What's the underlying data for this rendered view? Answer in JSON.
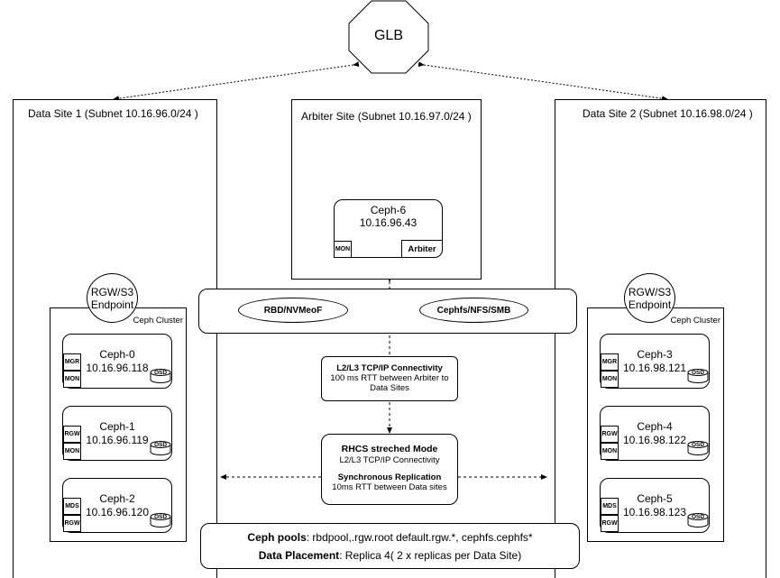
{
  "glb": {
    "label": "GLB"
  },
  "site1": {
    "title": "Data Site 1 (Subnet 10.16.96.0/24 )",
    "endpoint_line1": "RGW/S3",
    "endpoint_line2": "Endpoint",
    "cluster_label": "Ceph Cluster",
    "nodes": [
      {
        "name": "Ceph-0",
        "ip": "10.16.96.118",
        "tags": [
          "MGR",
          "MON"
        ],
        "osd": "OSD"
      },
      {
        "name": "Ceph-1",
        "ip": "10.16.96.119",
        "tags": [
          "RGW",
          "MON"
        ],
        "osd": "OSD"
      },
      {
        "name": "Ceph-2",
        "ip": "10.16.96.120",
        "tags": [
          "MDS",
          "RGW"
        ],
        "osd": "OSD"
      }
    ]
  },
  "site2": {
    "title": "Data Site 2 (Subnet 10.16.98.0/24 )",
    "endpoint_line1": "RGW/S3",
    "endpoint_line2": "Endpoint",
    "cluster_label": "Ceph Cluster",
    "nodes": [
      {
        "name": "Ceph-3",
        "ip": "10.16.98.121",
        "tags": [
          "MGR",
          "MON"
        ],
        "osd": "OSD"
      },
      {
        "name": "Ceph-4",
        "ip": "10.16.98.122",
        "tags": [
          "RGW",
          "MON"
        ],
        "osd": "OSD"
      },
      {
        "name": "Ceph-5",
        "ip": "10.16.98.123",
        "tags": [
          "MDS",
          "RGW"
        ],
        "osd": "OSD"
      }
    ]
  },
  "arbiter": {
    "title": "Arbiter Site (Subnet 10.16.97.0/24 )",
    "node_name": "Ceph-6",
    "node_ip": "10.16.96.43",
    "mon_tag": "MON",
    "arbiter_tag": "Arbiter"
  },
  "protocols": {
    "left": "RBD/NVMeoF",
    "right": "Cephfs/NFS/SMB"
  },
  "connectivity": {
    "title": "L2/L3 TCP/IP Connectivity",
    "line1": "100 ms RTT between Arbiter to",
    "line2": "Data Sites"
  },
  "stretched": {
    "title": "RHCS streched Mode",
    "subtitle": "L2/L3 TCP/IP Connectivity",
    "sync_title": "Synchronous Replication",
    "sync_text": "10ms RTT between Data sites"
  },
  "pools": {
    "pools_label": "Ceph pools",
    "pools_value": ": rbdpool,.rgw.root default.rgw.*, cephfs.cephfs*",
    "placement_label": "Data Placement",
    "placement_value": ": Replica 4( 2 x replicas per Data Site)"
  }
}
